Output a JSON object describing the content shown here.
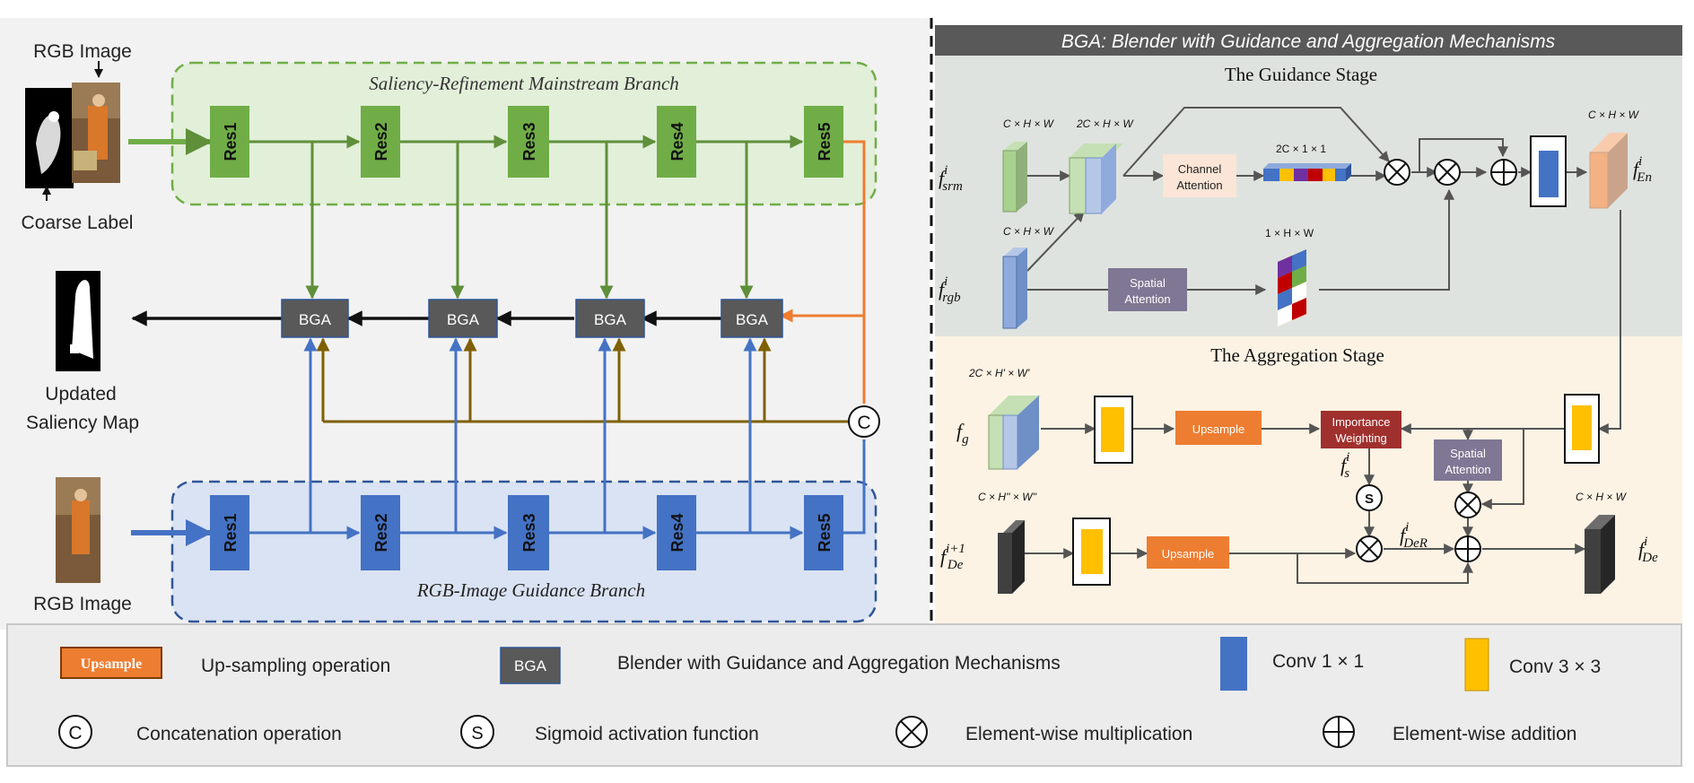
{
  "left": {
    "srm_branch_title": "Saliency-Refinement Mainstream Branch",
    "rgb_branch_title": "RGB-Image Guidance Branch",
    "input_rgb_label": "RGB Image",
    "input_coarse_label": "Coarse Label",
    "output_label_line1": "Updated",
    "output_label_line2": "Saliency Map",
    "bottom_rgb_label": "RGB Image",
    "res_labels": [
      "Res1",
      "Res2",
      "Res3",
      "Res4",
      "Res5"
    ],
    "bga_label": "BGA",
    "concat_symbol": "C"
  },
  "right": {
    "title": "BGA: Blender with Guidance and Aggregation Mechanisms",
    "guidance_stage_title": "The Guidance Stage",
    "aggregation_stage_title": "The Aggregation Stage",
    "channel_attention_line1": "Channel",
    "channel_attention_line2": "Attention",
    "spatial_attention_line1": "Spatial",
    "spatial_attention_line2": "Attention",
    "importance_line1": "Importance",
    "importance_line2": "Weighting",
    "upsample": "Upsample",
    "sigmoid_symbol": "S",
    "dim_chw": "C × H × W",
    "dim_2chw": "2C × H × W",
    "dim_2c11": "2C × 1 × 1",
    "dim_1hw": "1 × H × W",
    "dim_2c_prime": "2C × H' × W'",
    "dim_c_dprime": "C × H'' × W''",
    "f_srm_base": "f",
    "f_srm_sup": "i",
    "f_srm_sub": "srm",
    "f_rgb_base": "f",
    "f_rgb_sup": "i",
    "f_rgb_sub": "rgb",
    "f_en_base": "f",
    "f_en_sup": "i",
    "f_en_sub": "En",
    "f_g_base": "f",
    "f_g_sub": "g",
    "f_s_base": "f",
    "f_s_sup": "i",
    "f_s_sub": "s",
    "f_de1_base": "f",
    "f_de1_sup": "i+1",
    "f_de1_sub": "De",
    "f_der_base": "f",
    "f_der_sup": "i",
    "f_der_sub": "DeR",
    "f_de_base": "f",
    "f_de_sup": "i",
    "f_de_sub": "De"
  },
  "legend": {
    "upsample_box": "Upsample",
    "upsample_desc": "Up-sampling operation",
    "bga_box": "BGA",
    "bga_desc": "Blender with Guidance and Aggregation Mechanisms",
    "conv1_desc": "Conv 1 × 1",
    "conv3_desc": "Conv 3 × 3",
    "concat_symbol": "C",
    "concat_desc": "Concatenation operation",
    "sigmoid_symbol": "S",
    "sigmoid_desc": "Sigmoid activation function",
    "mult_desc": "Element-wise multiplication",
    "add_desc": "Element-wise addition"
  },
  "colors": {
    "green": "#70ad47",
    "blue": "#4472c4",
    "orange": "#ed7d31",
    "brown": "#7f6000",
    "bga_gray": "#595959",
    "conv1": "#4472c4",
    "conv3": "#ffc000"
  }
}
